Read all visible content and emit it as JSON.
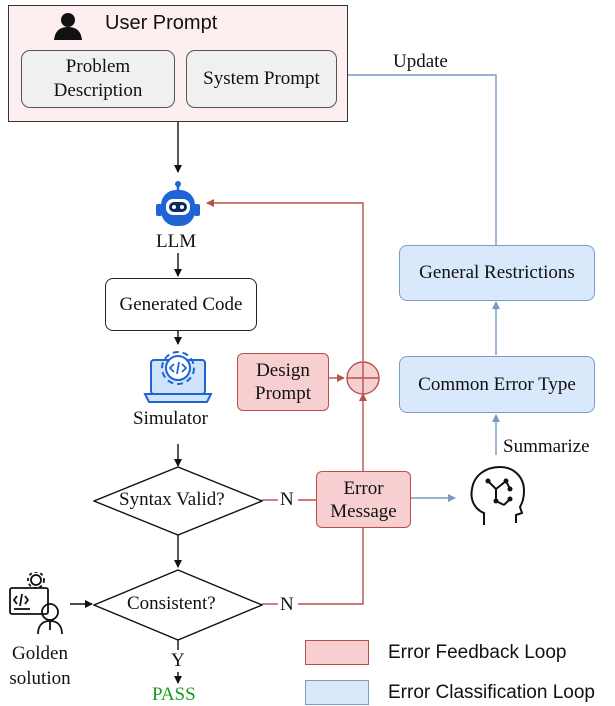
{
  "user_prompt": {
    "title": "User Prompt",
    "problem_description": "Problem Description",
    "system_prompt": "System Prompt"
  },
  "flow": {
    "llm": "LLM",
    "generated_code": "Generated Code",
    "simulator": "Simulator",
    "syntax_valid": "Syntax Valid?",
    "consistent": "Consistent?",
    "no_label": "N",
    "yes_label": "Y",
    "pass": "PASS",
    "golden_solution": "Golden solution"
  },
  "feedback": {
    "design_prompt": "Design Prompt",
    "error_message": "Error Message",
    "update": "Update",
    "summarize": "Summarize",
    "general_restrictions": "General Restrictions",
    "common_error_type": "Common Error Type"
  },
  "legend": {
    "items": [
      {
        "label": "Error Feedback Loop",
        "color": "#f7cfd0",
        "border": "#b7504b"
      },
      {
        "label": "Error Classification Loop",
        "color": "#d9e8fb",
        "border": "#7a9cc6"
      }
    ]
  },
  "colors": {
    "red_line": "#b7504b",
    "blue_line": "#7b98c4",
    "pass_text": "#1a9a1a",
    "robot_icon": "#1f63d6"
  }
}
